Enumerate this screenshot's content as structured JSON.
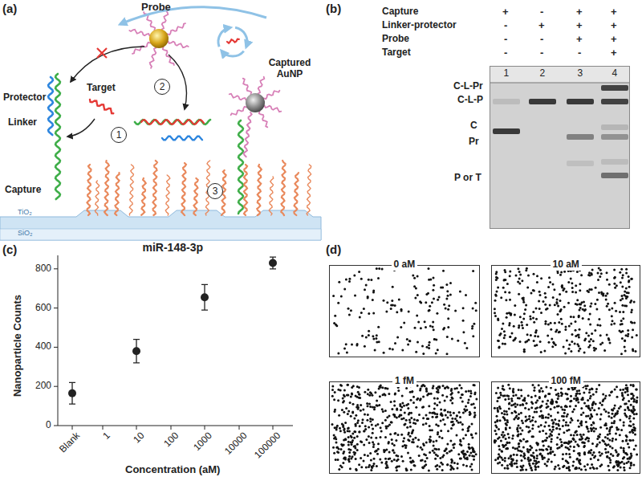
{
  "diagram": {
    "nodes": [
      {
        "text": [
          "1"
        ]
      },
      {
        "text": [
          "2"
        ]
      },
      {
        "text": [
          "3"
        ]
      },
      {
        "text": [
          "1",
          "2",
          "3",
          "4"
        ]
      },
      {
        "text": [
          "0 aM"
        ]
      },
      {
        "text": [
          "10 aM"
        ]
      },
      {
        "text": [
          "1 fM"
        ]
      },
      {
        "text": [
          "100 fM"
        ]
      }
    ],
    "labels": [
      "(a)",
      "Probe",
      "Target",
      "Protector",
      "Linker",
      "Capture",
      "Captured AuNP",
      "TiO₂",
      "SiO₂",
      "(b)",
      "Capture",
      "Linker-protector",
      "Probe",
      "Target",
      "+",
      "-",
      "+",
      "+",
      "-",
      "+",
      "+",
      "+",
      "-",
      "-",
      "+",
      "+",
      "-",
      "-",
      "-",
      "+",
      "C-L-Pr",
      "C-L-P",
      "C",
      "Pr",
      "P or T",
      "(c)",
      "miR-148-3p",
      "Nanoparticle Counts",
      "0",
      "200",
      "400",
      "600",
      "800",
      "Blank",
      "1",
      "10",
      "100",
      "1000",
      "10000",
      "100000",
      "Concentration (aM)",
      "(d)"
    ]
  }
}
